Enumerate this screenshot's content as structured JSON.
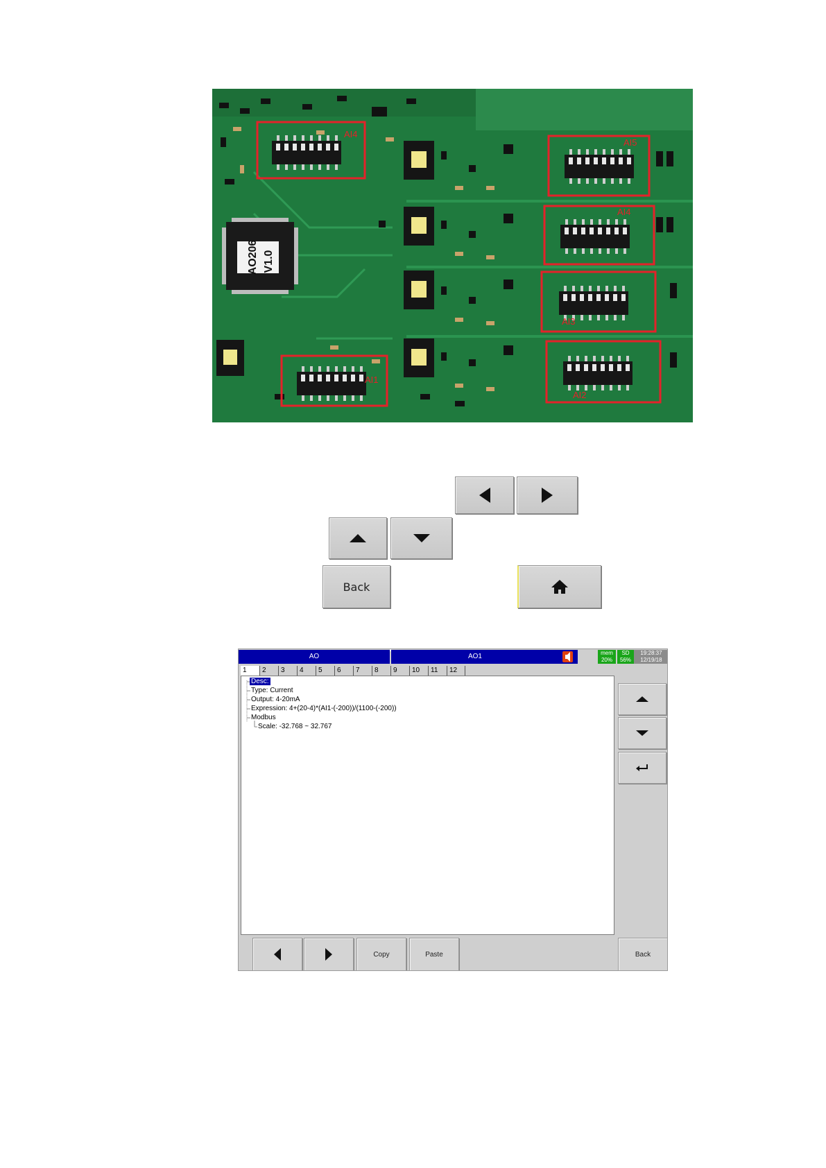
{
  "board": {
    "silkscreen": [
      "AO206",
      "V1.0"
    ],
    "dip_labels": [
      "AI4",
      "AI5",
      "AI4",
      "AI3",
      "AI1",
      "AI2"
    ]
  },
  "nav_buttons": {
    "back_label": "Back"
  },
  "ao_screen": {
    "header": {
      "left_title": "AO",
      "right_title": "AO1",
      "mem_label": "mem",
      "mem_value": "20%",
      "sd_label": "SD",
      "sd_value": "56%",
      "time": "19:28:37",
      "date": "12/19/18"
    },
    "tabs": [
      "1",
      "2",
      "3",
      "4",
      "5",
      "6",
      "7",
      "8",
      "9",
      "10",
      "11",
      "12"
    ],
    "tree": [
      "Desc:",
      "Type: Current",
      "Output: 4-20mA",
      "Expression: 4+(20-4)*(AI1-(-200))/(1100-(-200))",
      "Modbus",
      "Scale: -32.768 ~ 32.767"
    ],
    "buttons": {
      "copy": "Copy",
      "paste": "Paste",
      "back": "Back"
    }
  }
}
